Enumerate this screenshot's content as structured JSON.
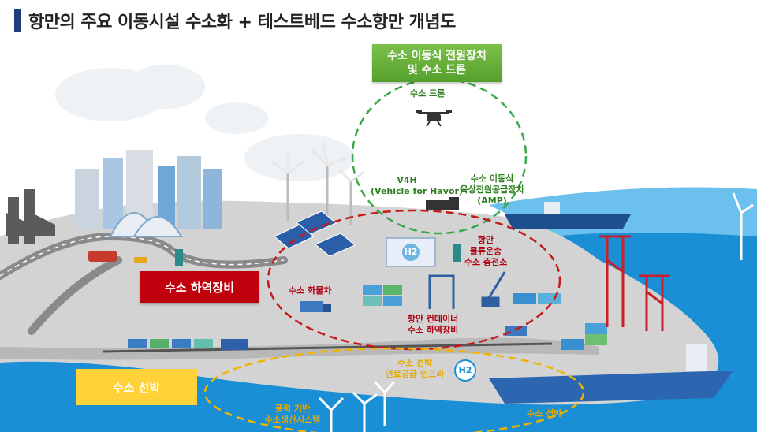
{
  "title": "항만의 주요 이동시설 수소화 + 테스트베드 수소항만 개념도",
  "boxes": {
    "amp_line1": "수소 이동식 전원장치",
    "amp_line2": "및 수소 드론",
    "cargo_equipment": "수소 하역장비",
    "vessel": "수소 선박"
  },
  "labels": {
    "drone": "수소 드론",
    "v4h_line1": "V4H",
    "v4h_line2": "(Vehicle for Havor)",
    "amp_line1": "수소 이동식",
    "amp_line2": "육상전원공급장치",
    "amp_line3": "(AMP)",
    "logistics_line1": "항만",
    "logistics_line2": "물류운송",
    "logistics_line3": "수소 충전소",
    "truck": "수소 화물차",
    "container_line1": "항만 컨테이너",
    "container_line2": "수소 하역장비",
    "fuel_line1": "수소 선박",
    "fuel_line2": "연료공급 인프라",
    "wind_line1": "풍력 기반",
    "wind_line2": "수소생산시스템",
    "ship": "수소 선박",
    "h2_tank": "H2",
    "h2_bubble": "H2"
  },
  "colors": {
    "title_accent": "#1f3d7a",
    "green": "#2e7d1e",
    "red": "#b00010",
    "yellow": "#ffd23a",
    "sea": "#1a8fd6",
    "ground": "#cfcfcf"
  }
}
